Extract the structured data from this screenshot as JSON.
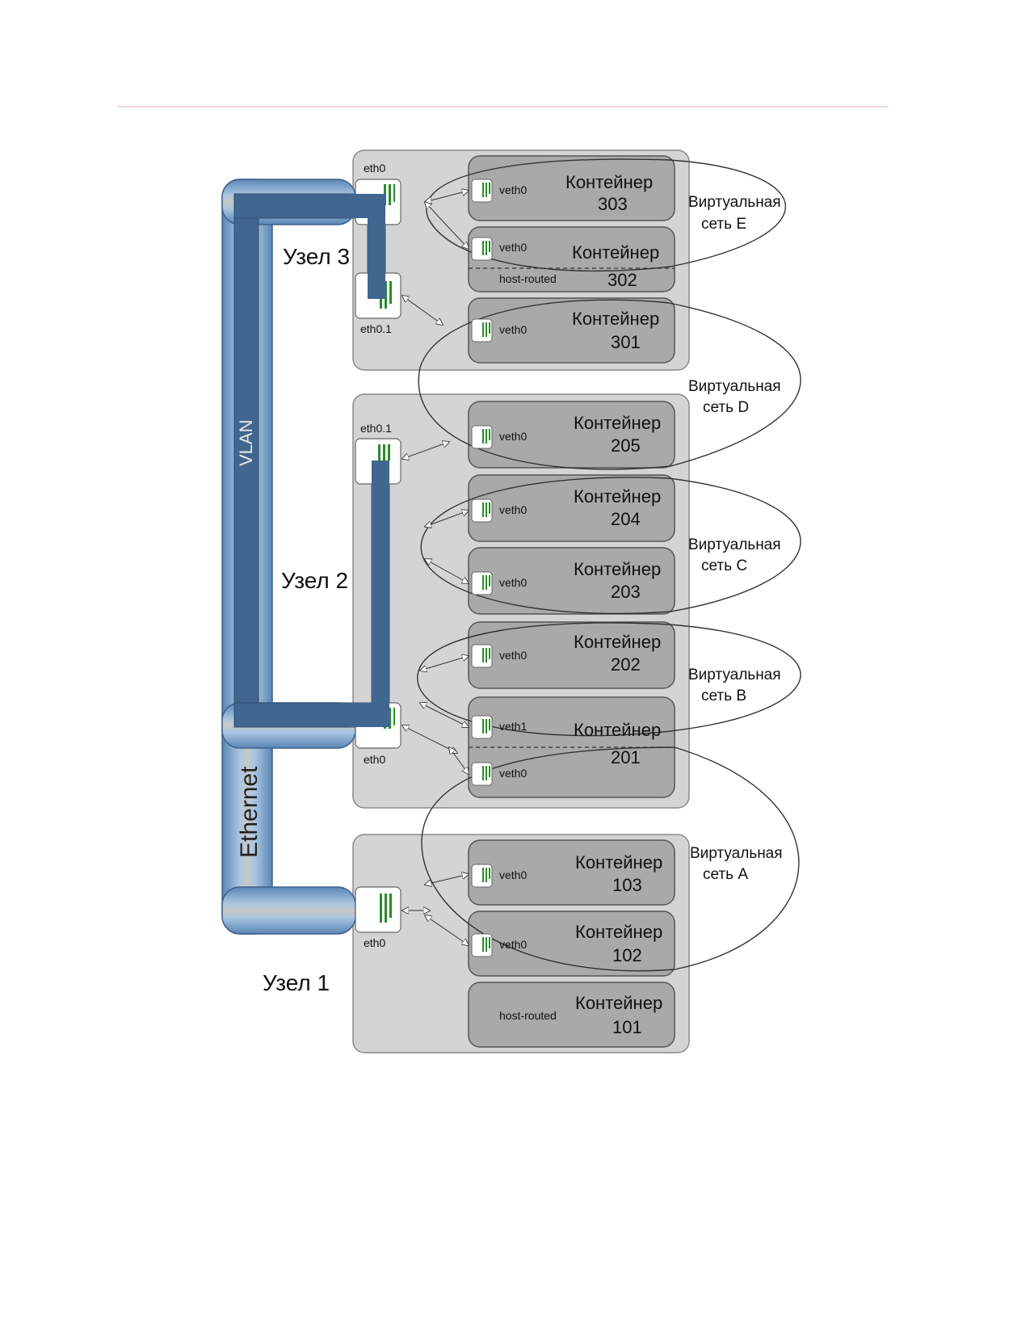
{
  "nodes": {
    "node3": {
      "label": "Узел 3",
      "eth0": "eth0",
      "eth01": "eth0.1"
    },
    "node2": {
      "label": "Узел 2",
      "eth01": "eth0.1",
      "eth0": "eth0"
    },
    "node1": {
      "label": "Узел 1",
      "eth0": "eth0"
    }
  },
  "container_word": "Контейнер",
  "containers": {
    "c303": {
      "name": "Контейнер",
      "num": "303",
      "iface": "veth0"
    },
    "c302": {
      "name": "Контейнер",
      "num": "302",
      "iface": "veth0",
      "extra": "host-routed"
    },
    "c301": {
      "name": "Контейнер",
      "num": "301",
      "iface": "veth0"
    },
    "c205": {
      "name": "Контейнер",
      "num": "205",
      "iface": "veth0"
    },
    "c204": {
      "name": "Контейнер",
      "num": "204",
      "iface": "veth0"
    },
    "c203": {
      "name": "Контейнер",
      "num": "203",
      "iface": "veth0"
    },
    "c202": {
      "name": "Контейнер",
      "num": "202",
      "iface": "veth0"
    },
    "c201": {
      "name": "Контейнер",
      "num": "201",
      "iface1": "veth1",
      "iface0": "veth0"
    },
    "c103": {
      "name": "Контейнер",
      "num": "103",
      "iface": "veth0"
    },
    "c102": {
      "name": "Контейнер",
      "num": "102",
      "iface": "veth0"
    },
    "c101": {
      "name": "Контейнер",
      "num": "101",
      "extra": "host-routed"
    }
  },
  "networks": {
    "E": {
      "line1": "Виртуальная",
      "line2": "сеть E"
    },
    "D": {
      "line1": "Виртуальная",
      "line2": "сеть D"
    },
    "C": {
      "line1": "Виртуальная",
      "line2": "сеть C"
    },
    "B": {
      "line1": "Виртуальная",
      "line2": "сеть B"
    },
    "A": {
      "line1": "Виртуальная",
      "line2": "сеть A"
    }
  },
  "cables": {
    "vlan": "VLAN",
    "ethernet": "Ethernet"
  },
  "colors": {
    "node_bg": "#d4d4d4",
    "container_bg": "#a9a9a9",
    "vlan_cable": "#416690",
    "ethernet_cable": "#7fa6cc",
    "separator": "#e7c9cd"
  }
}
